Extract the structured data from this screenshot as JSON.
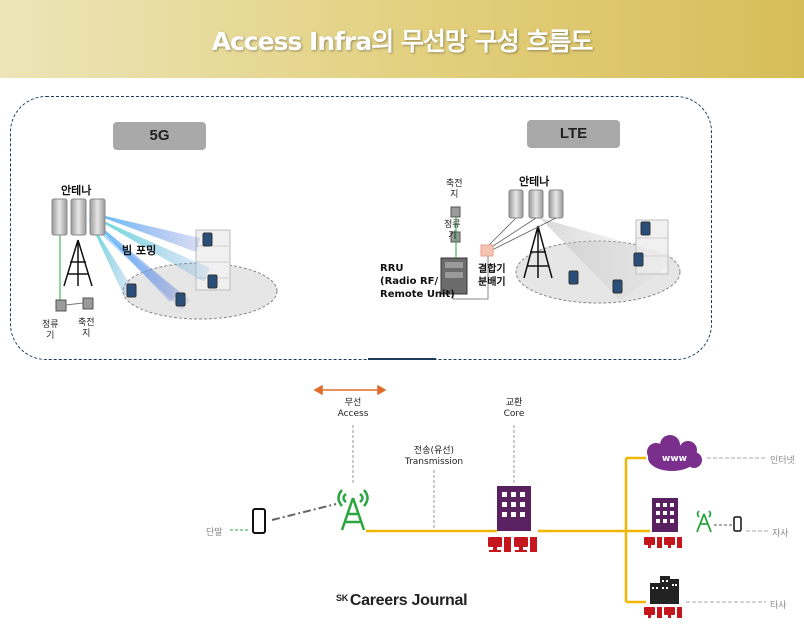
{
  "title": "Access Infra의 무선망 구성 흐름도",
  "top": {
    "left_panel": {
      "tag": "5G",
      "antenna_label": "안테나",
      "beam_label": "빔 포밍",
      "rectifier_label": "정류\n기",
      "battery_label": "축전\n지"
    },
    "right_panel": {
      "tag": "LTE",
      "antenna_label": "안테나",
      "battery_label": "축전\n지",
      "rectifier_label": "정류\n기",
      "rru_label": "RRU\n(Radio RF/\nRemote Unit)",
      "combiner_label": "결합기\n분배기"
    }
  },
  "bottom": {
    "access_label": "무선\nAccess",
    "transmission_label": "전송(유선)\nTransmission",
    "core_label": "교환\nCore",
    "terminal_label": "단말",
    "internet_label": "인터넷",
    "own_label": "자사",
    "other_label": "타사",
    "www_label": "www"
  },
  "footer": {
    "brand_prefix": "SK",
    "brand": "Careers Journal"
  },
  "colors": {
    "banner_start": "#ece5b8",
    "banner_end": "#d7bd5a",
    "wire": "#f2b705",
    "tower_green": "#2aa53f",
    "building_purple": "#5a2160",
    "computer_red": "#c4161c",
    "access_arrow": "#e06c2c",
    "frame_border": "#1f3b57"
  }
}
